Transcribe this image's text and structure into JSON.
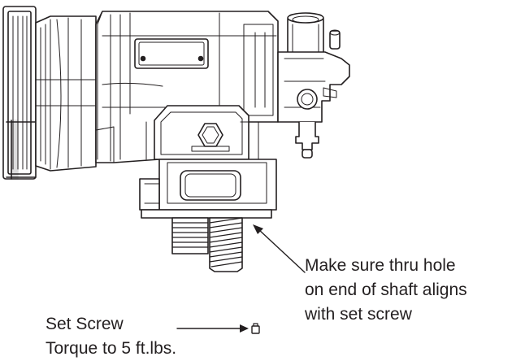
{
  "callouts": {
    "shaft_alignment": {
      "lines": [
        "Make sure thru hole",
        "on end of shaft aligns",
        "with set screw"
      ]
    },
    "set_screw": {
      "lines": [
        "Set Screw",
        "Torque to 5 ft.lbs."
      ]
    }
  },
  "colors": {
    "stroke": "#231f20",
    "background": "#ffffff"
  }
}
